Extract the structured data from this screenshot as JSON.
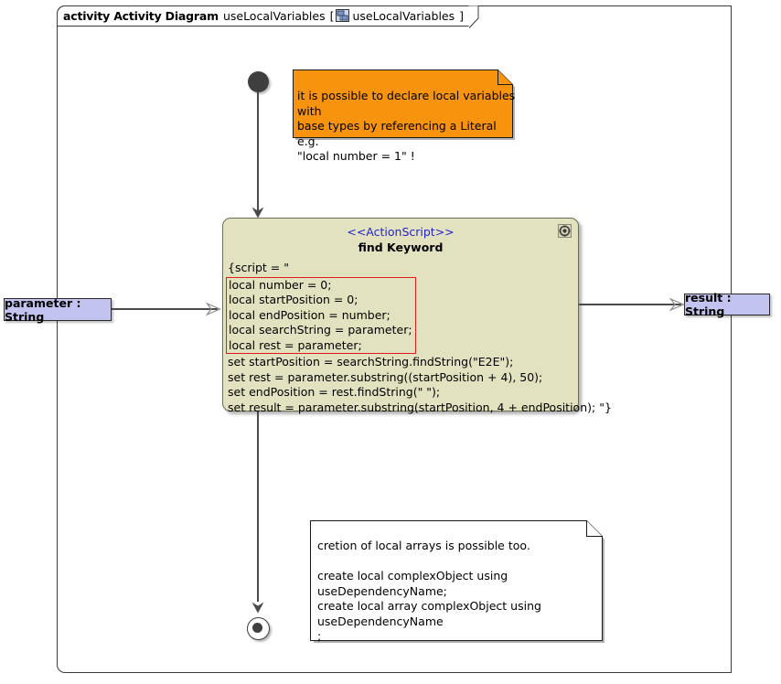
{
  "frame": {
    "keyword": "activity Activity Diagram",
    "name": "useLocalVariables",
    "bracket_open": "[",
    "icon_name": "activity-diagram-icon",
    "inner_name": "useLocalVariables",
    "bracket_close": "]"
  },
  "nodes": {
    "initial": {
      "name": "initial-node"
    },
    "final": {
      "name": "activity-final-node"
    }
  },
  "activity": {
    "stereotype": "<<ActionScript>>",
    "title": "find Keyword",
    "gear_icon": "gear-icon",
    "script_open": "{script = \"",
    "locals": [
      "local number = 0;",
      "local startPosition = 0;",
      "local endPosition = number;",
      "local searchString = parameter;",
      "local rest = parameter;"
    ],
    "statements": [
      "set startPosition = searchString.findString(\"E2E\");",
      "set rest = parameter.substring((startPosition + 4), 50);",
      "set endPosition = rest.findString(\" \");",
      "set result = parameter.substring(startPosition, 4 + endPosition); \"}"
    ]
  },
  "pins": {
    "input": "parameter : String",
    "output": "result : String"
  },
  "notes": {
    "orange": "it is possible to declare local variables with\nbase types by referencing a Literal e.g.\n\"local number = 1\" !",
    "white": "cretion of local arrays is possible too.\n\ncreate local complexObject using\nuseDependencyName;\ncreate local array complexObject using\nuseDependencyName\n;"
  },
  "colors": {
    "activity_fill": "#e3e2c0",
    "activity_border": "#6e6e55",
    "stereotype_text": "#2323cf",
    "pin_fill": "#c3c3f0",
    "note_orange_fill": "#f7930d",
    "note_white_fill": "#ffffff",
    "highlight_border": "#e01b1b",
    "edge": "#4a4a4a",
    "frame_border": "#3c3c3c"
  }
}
